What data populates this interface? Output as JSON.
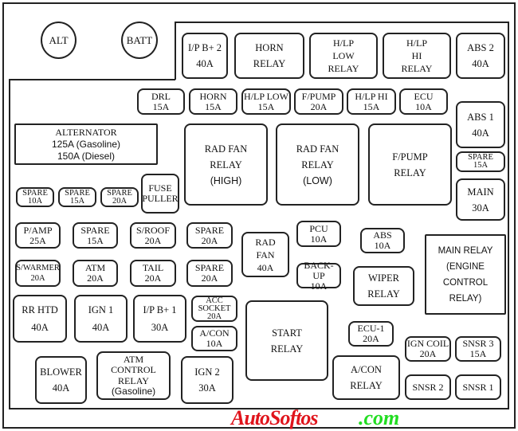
{
  "components": {
    "alt": [
      "ALT"
    ],
    "batt": [
      "BATT"
    ],
    "ipb2": [
      "I/P B+ 2",
      "40A"
    ],
    "horn_relay": [
      "HORN",
      "RELAY"
    ],
    "hlp_low_relay": [
      "H/LP",
      "LOW",
      "RELAY"
    ],
    "hlp_hi_relay": [
      "H/LP",
      "HI",
      "RELAY"
    ],
    "abs2": [
      "ABS 2",
      "40A"
    ],
    "drl": [
      "DRL",
      "15A"
    ],
    "horn": [
      "HORN",
      "15A"
    ],
    "hlp_low": [
      "H/LP LOW",
      "15A"
    ],
    "fpump": [
      "F/PUMP",
      "20A"
    ],
    "hlp_hi": [
      "H/LP HI",
      "15A"
    ],
    "ecu": [
      "ECU",
      "10A"
    ],
    "abs1": [
      "ABS 1",
      "40A"
    ],
    "spare_r": [
      "SPARE",
      "15A"
    ],
    "main": [
      "MAIN",
      "30A"
    ],
    "alternator": [
      "ALTERNATOR",
      "125A (Gasoline)",
      "150A (Diesel)"
    ],
    "radfan_high": [
      "RAD FAN",
      "RELAY",
      "(HIGH)"
    ],
    "radfan_low": [
      "RAD FAN",
      "RELAY",
      "(LOW)"
    ],
    "fpump_relay": [
      "F/PUMP",
      "RELAY"
    ],
    "spare10": [
      "SPARE",
      "10A"
    ],
    "spare15": [
      "SPARE",
      "15A"
    ],
    "spare20": [
      "SPARE",
      "20A"
    ],
    "fuse_puller": [
      "FUSE",
      "PULLER"
    ],
    "pamp": [
      "P/AMP",
      "25A"
    ],
    "spare15b": [
      "SPARE",
      "15A"
    ],
    "sroof": [
      "S/ROOF",
      "20A"
    ],
    "spare20b": [
      "SPARE",
      "20A"
    ],
    "swarmer": [
      "S/WARMER",
      "20A"
    ],
    "atm": [
      "ATM",
      "20A"
    ],
    "tail": [
      "TAIL",
      "20A"
    ],
    "spare20c": [
      "SPARE",
      "20A"
    ],
    "radfan40": [
      "RAD",
      "FAN",
      "40A"
    ],
    "pcu": [
      "PCU",
      "10A"
    ],
    "backup": [
      "BACK-UP",
      "10A"
    ],
    "abs10": [
      "ABS",
      "10A"
    ],
    "wiper_relay": [
      "WIPER",
      "RELAY"
    ],
    "main_relay": [
      "MAIN RELAY",
      "(ENGINE",
      "CONTROL",
      "RELAY)"
    ],
    "rrhtd": [
      "RR HTD",
      "40A"
    ],
    "ign1": [
      "IGN 1",
      "40A"
    ],
    "ipb1": [
      "I/P B+ 1",
      "30A"
    ],
    "acc_socket": [
      "ACC",
      "SOCKET",
      "20A"
    ],
    "acon10": [
      "A/CON",
      "10A"
    ],
    "start_relay": [
      "START",
      "RELAY"
    ],
    "ecu1": [
      "ECU-1",
      "20A"
    ],
    "acon_relay": [
      "A/CON",
      "RELAY"
    ],
    "ign_coil": [
      "IGN COIL",
      "20A"
    ],
    "snsr3": [
      "SNSR 3",
      "15A"
    ],
    "snsr2": [
      "SNSR 2"
    ],
    "snsr1": [
      "SNSR 1"
    ],
    "blower": [
      "BLOWER",
      "40A"
    ],
    "atm_ctrl_relay": [
      "ATM",
      "CONTROL",
      "RELAY",
      "(Gasoline)"
    ],
    "ign2": [
      "IGN 2",
      "30A"
    ]
  },
  "watermark": {
    "line1": "AutoSoftos",
    "line2": ".com"
  }
}
